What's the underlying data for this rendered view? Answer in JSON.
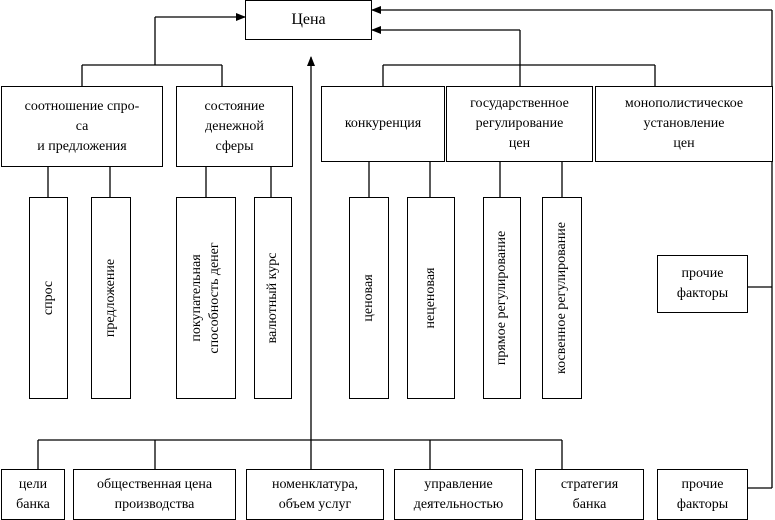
{
  "root": "Цена",
  "top_factors": [
    "соотношение спро-\nса\nи предложения",
    "состояние\nденежной\nсферы",
    "конкуренция",
    "государственное\nрегулирование\nцен",
    "монополистическое\nустановление\nцен"
  ],
  "sub_factors": [
    "спрос",
    "предложение",
    "покупательная\nспособность денег",
    "валютный курс",
    "ценовая",
    "неценовая",
    "прямое регулирование",
    "косвенное регулирование"
  ],
  "other_right": "прочие\nфакторы",
  "bottom_factors": [
    "цели\nбанка",
    "общественная цена\nпроизводства",
    "номенклатура,\nобъем услуг",
    "управление\nдеятельностью",
    "стратегия\nбанка",
    "прочие\nфакторы"
  ]
}
